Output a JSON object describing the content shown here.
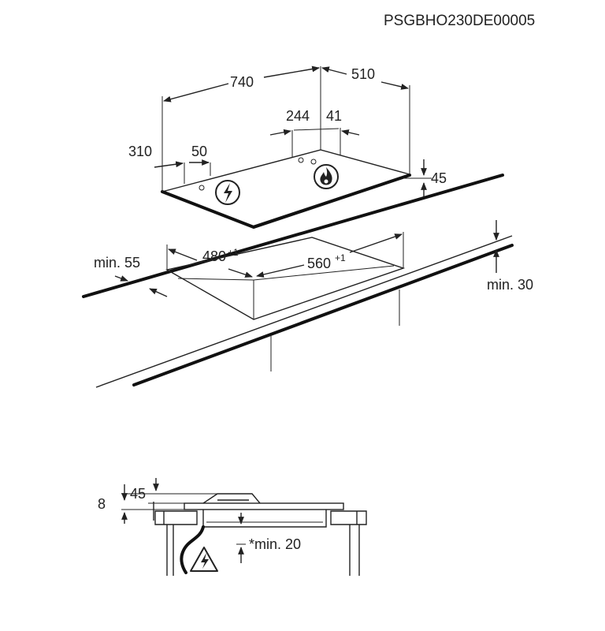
{
  "code": "PSGBHO230DE00005",
  "top_view": {
    "dim_width": "740",
    "dim_depth": "510",
    "dim_244": "244",
    "dim_41": "41",
    "dim_310": "310",
    "dim_50": "50",
    "dim_45": "45",
    "cutout_depth": "480",
    "cutout_depth_tol": "+1",
    "cutout_width": "560",
    "cutout_width_tol": "+1",
    "min_front": "min. 55",
    "min_side": "min. 30"
  },
  "side_view": {
    "dim_8": "8",
    "dim_45": "45",
    "min_below": "*min. 20"
  },
  "icons": [
    "electric-connection-icon",
    "gas-flame-icon",
    "electric-warning-icon"
  ]
}
